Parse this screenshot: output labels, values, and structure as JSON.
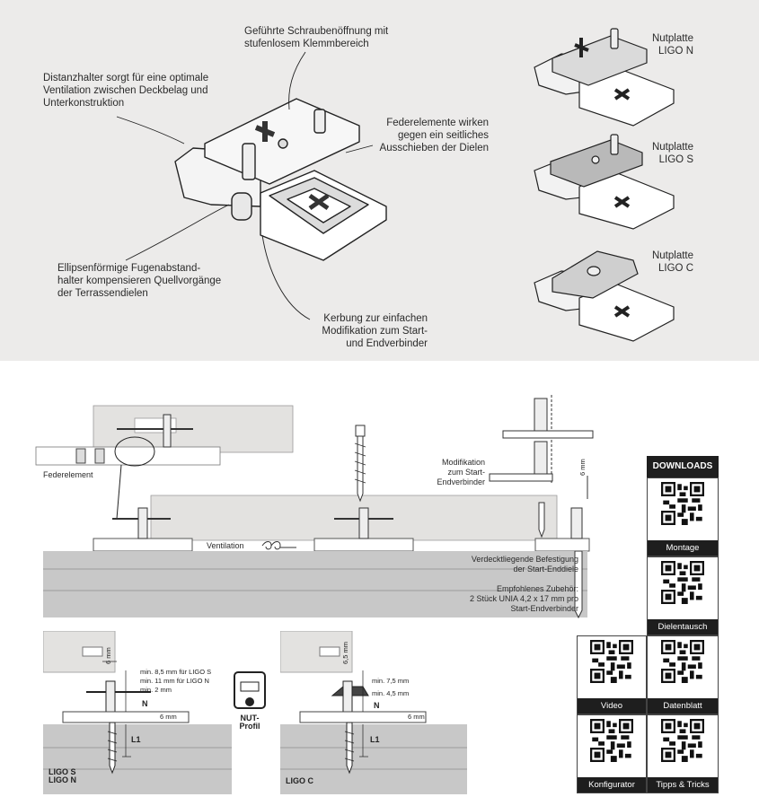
{
  "top_callouts": {
    "screw_opening": "Geführte Schraubenöffnung mit\nstufenlosem Klemmbereich",
    "spacer": "Distanzhalter sorgt für eine optimale\nVentilation zwischen Deckbelag und\nUnterkonstruktion",
    "spring_elements": "Federelemente wirken\ngegen ein seitliches\nAusschieben der Dielen",
    "ellipse": "Ellipsenförmige Fugenabstand-\nhalter kompensieren Quellvorgänge\nder Terrassendielen",
    "notch": "Kerbung zur einfachen\nModifikation zum Start-\nund Endverbinder"
  },
  "variants": [
    {
      "label": "Nutplatte\nLIGO N"
    },
    {
      "label": "Nutplatte\nLIGO S"
    },
    {
      "label": "Nutplatte\nLIGO C"
    }
  ],
  "middle": {
    "federelement": "Federelement",
    "modifikation": "Modifikation\nzum Start-\nEndverbinder",
    "ventilation": "Ventilation",
    "dim_6mm": "6 mm",
    "verdeckt": "Verdecktliegende Befestigung\nder Start-Enddiele",
    "zubehoer": "Empfohlenes Zubehör:\n2 Stück UNIA 4,2 x 17 mm pro\nStart-Endverbinder"
  },
  "detail_left": {
    "dim_6mm": "6 mm",
    "min1": "min. 8,5 mm für LIGO S",
    "min2": "min. 11 mm für LIGO N",
    "min3": "min. 2 mm",
    "n": "N",
    "six": "6 mm",
    "l1": "L1",
    "label": "LIGO S\nLIGO N"
  },
  "nut_profil": "NUT-\nProfil",
  "detail_right": {
    "dim_65mm": "6,5 mm",
    "min1": "min. 7,5 mm",
    "min2": "min. 4,5 mm",
    "n": "N",
    "six": "6 mm",
    "l1": "L1",
    "label": "LIGO C"
  },
  "downloads": {
    "title": "DOWNLOADS",
    "items": [
      "Montage",
      "Dielentausch",
      "Video",
      "Datenblatt",
      "Konfigurator",
      "Tipps & Tricks"
    ]
  },
  "colors": {
    "panel": "#ecebea",
    "dark": "#1e1e1e",
    "board": "#c8c8c8",
    "wood": "#e3e2e0"
  }
}
